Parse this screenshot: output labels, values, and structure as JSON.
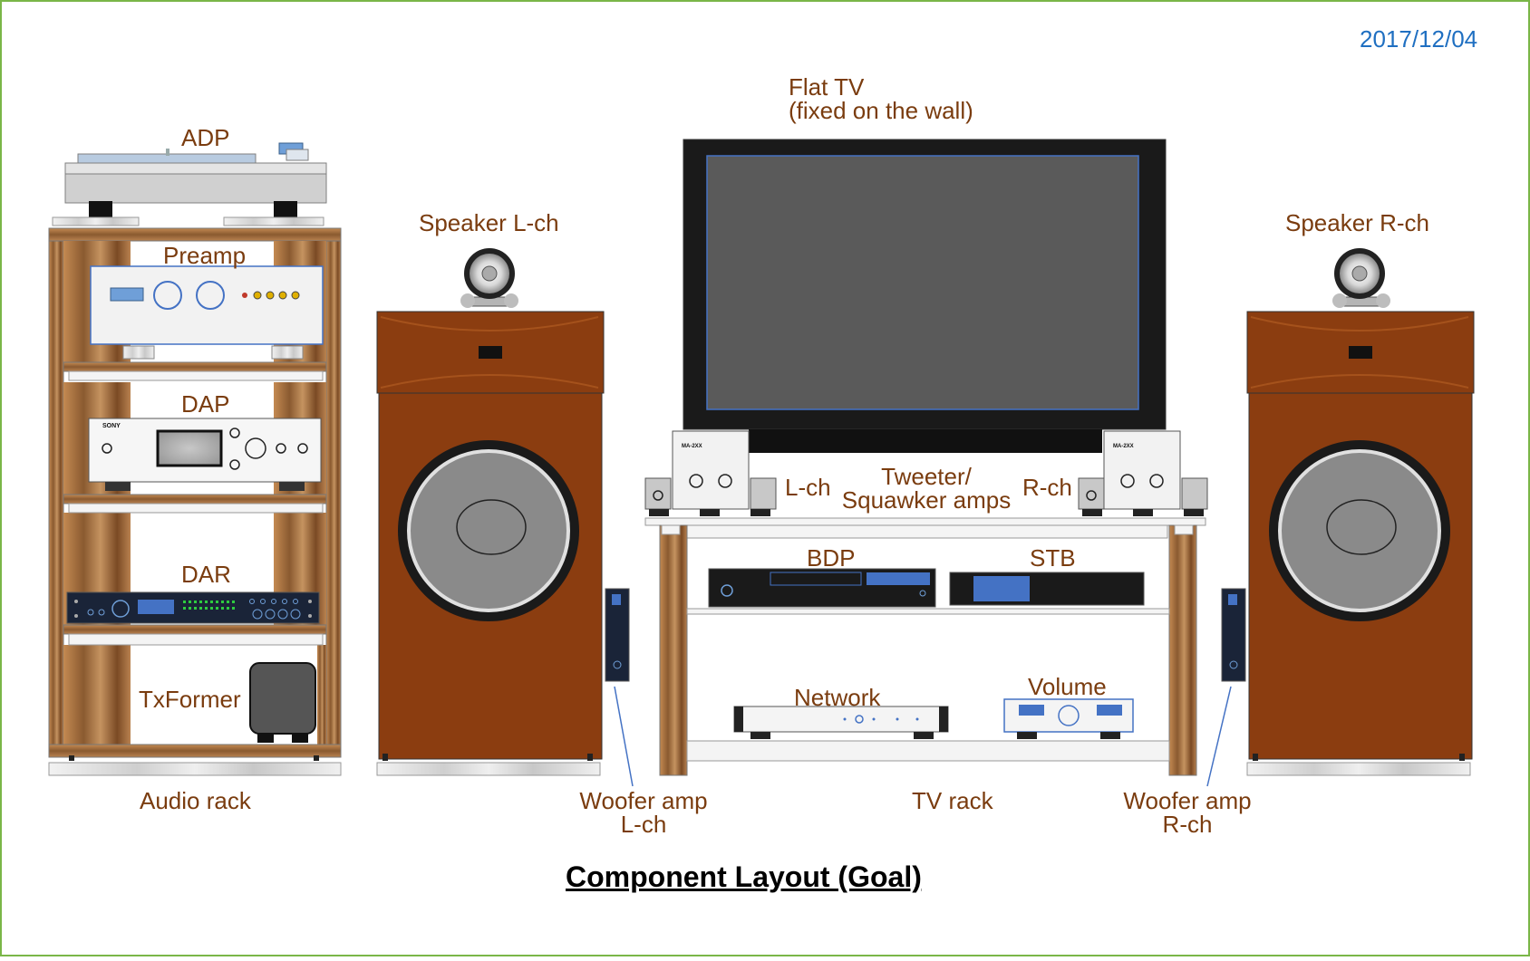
{
  "date": "2017/12/04",
  "title": "Component Layout (Goal)",
  "labels": {
    "flat_tv_1": "Flat TV",
    "flat_tv_2": "(fixed on the wall)",
    "adp": "ADP",
    "preamp": "Preamp",
    "dap": "DAP",
    "dar": "DAR",
    "txformer": "TxFormer",
    "audio_rack": "Audio rack",
    "speaker_l": "Speaker L-ch",
    "speaker_r": "Speaker R-ch",
    "l_ch": "L-ch",
    "r_ch": "R-ch",
    "tweeter_1": "Tweeter/",
    "tweeter_2": "Squawker amps",
    "bdp": "BDP",
    "stb": "STB",
    "network": "Network",
    "volume": "Volume",
    "tv_rack": "TV rack",
    "woofer_l_1": "Woofer amp",
    "woofer_l_2": "L-ch",
    "woofer_r_1": "Woofer amp",
    "woofer_r_2": "R-ch"
  },
  "device_text": {
    "sony": "SONY",
    "ma_2xx_l": "MA-2XX",
    "ma_2xx_r": "MA-2XX"
  },
  "colors": {
    "label": "#7a3c0f",
    "date": "#1f6fc1",
    "border": "#7ab648",
    "wood_cabinet": "#8b3d10",
    "tv_screen": "#5a5a5a",
    "device_blue": "#4472c4",
    "rack_wood": "#b07a48"
  }
}
